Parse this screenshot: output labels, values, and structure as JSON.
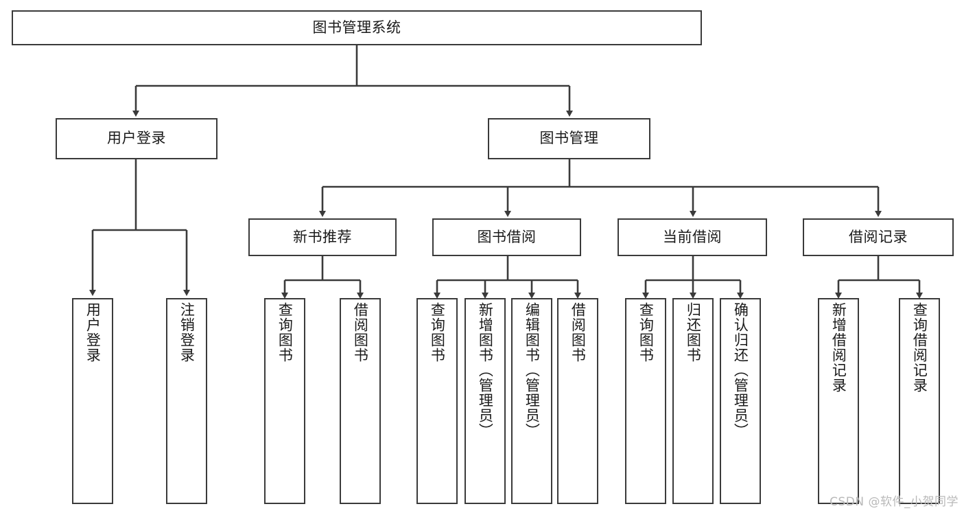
{
  "diagram": {
    "title": "图书管理系统",
    "type": "tree-hierarchy",
    "line_color": "#3a3a3a",
    "box_fill": "#ffffff",
    "text_color": "#1a1a1a",
    "watermark": "CSDN @软件_小贺同学",
    "levels": {
      "root": {
        "label": "图书管理系统"
      },
      "level2": [
        {
          "label": "用户登录"
        },
        {
          "label": "图书管理"
        }
      ],
      "level3": [
        {
          "label": "新书推荐"
        },
        {
          "label": "图书借阅"
        },
        {
          "label": "当前借阅"
        },
        {
          "label": "借阅记录"
        }
      ],
      "leaves": {
        "user_login": [
          {
            "label": "用户登录"
          },
          {
            "label": "注销登录"
          }
        ],
        "new_book_recommend": [
          {
            "label": "查询图书"
          },
          {
            "label": "借阅图书"
          }
        ],
        "book_borrow": [
          {
            "label": "查询图书"
          },
          {
            "label": "新增图书（管理员）"
          },
          {
            "label": "编辑图书（管理员）"
          },
          {
            "label": "借阅图书"
          }
        ],
        "current_borrow": [
          {
            "label": "查询图书"
          },
          {
            "label": "归还图书"
          },
          {
            "label": "确认归还（管理员）"
          }
        ],
        "borrow_record": [
          {
            "label": "新增借阅记录"
          },
          {
            "label": "查询借阅记录"
          }
        ]
      }
    }
  }
}
